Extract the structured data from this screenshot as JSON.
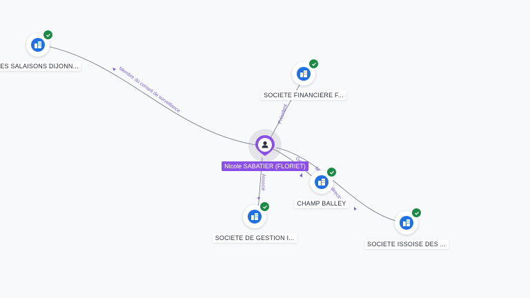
{
  "person": {
    "name": "Nicole SABATIER (FLORIET)",
    "icon": "user-icon"
  },
  "companies": [
    {
      "id": "c1",
      "label": "ES SALAISONS DIJONN...",
      "verified": true
    },
    {
      "id": "c2",
      "label": "SOCIETE FINANCIERE F...",
      "verified": true
    },
    {
      "id": "c3",
      "label": "CHAMP BALLEY",
      "verified": true
    },
    {
      "id": "c4",
      "label": "SOCIETE DE GESTION I...",
      "verified": true
    },
    {
      "id": "c5",
      "label": "SOCIETE ISSOISE DES ...",
      "verified": true
    }
  ],
  "relations": [
    {
      "to": "c1",
      "label": "Membre du conseil de surveillance"
    },
    {
      "to": "c2",
      "label": "Président"
    },
    {
      "to": "c3",
      "label": "Gérant"
    },
    {
      "to": "c4",
      "label": "Associé"
    },
    {
      "to": "c5",
      "label": "Membre du directoire"
    }
  ],
  "colors": {
    "company_icon": "#1f6fe5",
    "verified_badge": "#1a8a45",
    "person_pin": "#8a4fe6",
    "edge": "#6e7080",
    "edge_label": "#7a5fd6"
  }
}
